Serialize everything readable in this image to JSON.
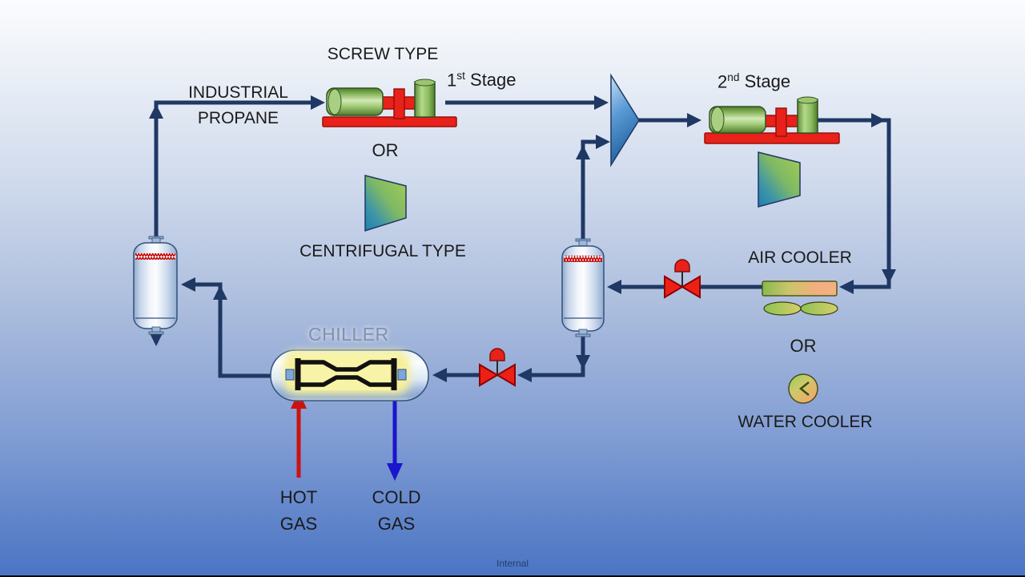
{
  "slide": {
    "labels": {
      "screw_type": "SCREW TYPE",
      "industrial_propane_line1": "INDUSTRIAL",
      "industrial_propane_line2": "PROPANE",
      "stage1_num": "1",
      "stage1_sup": "st",
      "stage1_word": "Stage",
      "stage2_num": "2",
      "stage2_sup": "nd",
      "stage2_word": "Stage",
      "or_left": "OR",
      "centrifugal_type": "CENTRIFUGAL TYPE",
      "air_cooler": "AIR COOLER",
      "or_right": "OR",
      "water_cooler": "WATER COOLER",
      "chiller": "CHILLER",
      "hot_gas_line1": "HOT",
      "hot_gas_line2": "GAS",
      "cold_gas_line1": "COLD",
      "cold_gas_line2": "GAS",
      "footer": "Internal"
    },
    "colors": {
      "flow_line": "#1F3864",
      "hot_gas_arrow": "#CC1111",
      "cold_gas_arrow": "#1A16CC",
      "equipment_red": "#E8211A",
      "equipment_green": "#70AD47",
      "triangle_blue": "#2E75B6",
      "cooler_orange": "#F4B183",
      "glow_yellow": "#F6F09A",
      "vessel_blue": "#C9D8EC",
      "chiller_label_gray": "#8290AC",
      "background_top": "#FAFBFD",
      "background_bottom": "#4A74C4"
    }
  }
}
